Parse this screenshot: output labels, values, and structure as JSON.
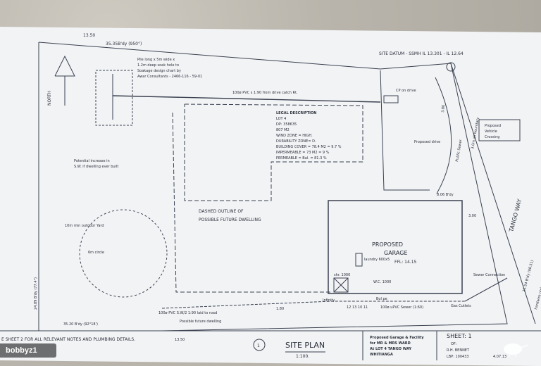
{
  "header": {
    "top_dim": "13.50",
    "top_boundary": "35.35B'dy (950°)",
    "site_datum": "SITE DATUM - SSMH  IL 13.301 - IL 12.64"
  },
  "notes": {
    "pile_note_1": "Pile long x 5m wide x",
    "pile_note_2": "1.2m deep soak hole to",
    "pile_note_3": "Soakage design chart by",
    "pile_note_4": "Awar Consultants - 2466-116 - 59-01",
    "north": "NORTH",
    "drain": "100ø PVC s 1:90 from drive catch Rt.",
    "cp": "CP on drive",
    "dwelling_note_1": "Potential increase in",
    "dwelling_note_2": "S.W. if dwelling ever built",
    "dashed_1": "DASHED OUTLINE OF",
    "dashed_2": "POSSIBLE FUTURE DWELLING",
    "yard": "10m min outdoor Yard",
    "circle": "6m circle",
    "left_dim": "24.89 B'dy (77.4°)",
    "bottom_left_dim": "35.20 B'dy (92°18')",
    "pipe": "100ø PVC S.W/2 1:90 laid to road",
    "future": "Possible future dwelling",
    "dim_180": "1.80",
    "proposed_drive": "Proposed drive",
    "public_sewer": "Public Sewer",
    "dim_30": "3.0m all boundary",
    "vehicle_1": "Proposed",
    "vehicle_2": "Vehicle",
    "vehicle_3": "Crossing",
    "dim_380": "3.80",
    "dim_300": "3.00",
    "dim_boundary": "8.06 B'dy",
    "road": "TANGO WAY",
    "right_dim": "21.54 B'dy (08.51)",
    "sewer_conn": "Sewer Connection",
    "hardwire": "hardwire nicker",
    "gas": "Gas Cutlets",
    "garage_1": "PROPOSED",
    "garage_2": "GARAGE",
    "ffl": "FFL: 14.15",
    "laundry": "laundry 600x5",
    "shr": "shr. 1000",
    "wc": "W.C. 1000",
    "bol": "Bol pe",
    "infinity": "Infinity",
    "dims_row": "12  13  10  11",
    "sewer_row": "100ø uPVC Sewer (1:60)",
    "bottom_left_note": "E SHEET 2 FOR ALL RELEVANT NOTES AND PLUMBING DETAILS.",
    "bottom_dim": "13.50"
  },
  "legal": {
    "title": "LEGAL DESCRIPTION",
    "lot": "LOT 4",
    "dp": "DP: 358635",
    "area": "807 M2",
    "wind": "WIND ZONE = HIGH.",
    "durability": "DURABILITY ZONE= D.",
    "cover": "BUILDING COVER = 78.4 M2 = 9.7 %",
    "impermeable": "IMPERMEABLE   = 73 M2   = 9 %",
    "permeable": "PERMEABLE     = Bal.    = 81.3 %"
  },
  "title_block": {
    "circle_num": "1",
    "title": "SITE PLAN",
    "scale": "1:100.",
    "p1": "Proposed Garage & Facility",
    "p2": "for MR & MRS WARD",
    "p3": "At LOT 4 TANGO WAY",
    "p4": "WHITIANGA",
    "sheet": "SHEET: 1",
    "of": "OF:",
    "author": "R.H. BENNET",
    "lbp": "LBP: 100433",
    "date": "4.07.13"
  },
  "watermark": "bobbyz1"
}
